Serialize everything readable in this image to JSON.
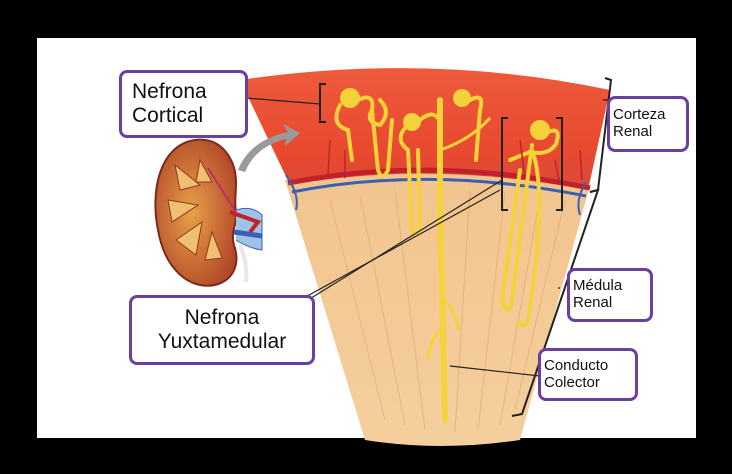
{
  "labels": {
    "nefrona_cortical": [
      "Nefrona",
      "Cortical"
    ],
    "nefrona_yuxtamedular": [
      "Nefrona",
      "Yuxtamedular"
    ],
    "corteza_renal": [
      "Corteza",
      "Renal"
    ],
    "medula_renal": [
      "Médula",
      "Renal"
    ],
    "conducto_colector": [
      "Conducto",
      "Colector"
    ]
  },
  "colors": {
    "label_border": "#6b3fa0",
    "cortex": "#e8492f",
    "medulla": "#f0c28c",
    "tubule": "#f3d23a",
    "artery": "#c2202a",
    "vein": "#3a5fb5",
    "frame": "#000000"
  }
}
